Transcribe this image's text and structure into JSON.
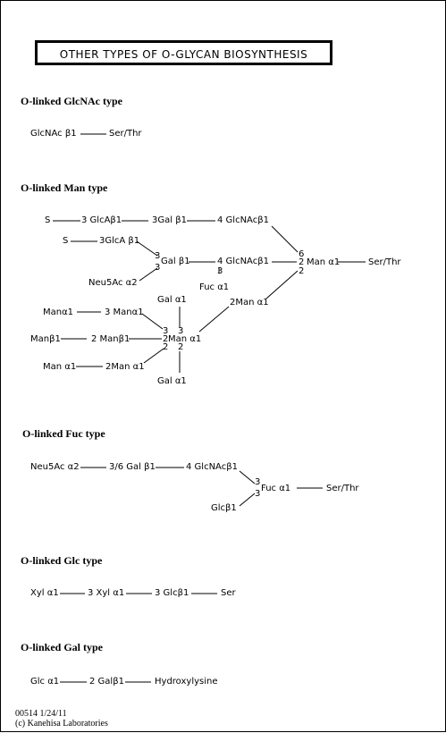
{
  "title": "OTHER TYPES OF O-GLYCAN BIOSYNTHESIS",
  "sections": {
    "glcnac": "O-linked GlcNAc type",
    "man": "O-linked Man type",
    "fuc": "O-linked Fuc type",
    "glc": "O-linked Glc type",
    "gal": "O-linked Gal type"
  },
  "glcnac_nodes": {
    "glcnac": "GlcNAc β1",
    "serthr": "Ser/Thr"
  },
  "man_nodes": {
    "s1": "S",
    "glca1": "3 GlcAβ1",
    "gal1": "3Gal β1",
    "glcnac1": "4 GlcNAcβ1",
    "s2": "S",
    "glca2": "3GlcA β1",
    "gal2": "Gal β1",
    "glcnac2": "4 GlcNAcβ1",
    "neu5ac": "Neu5Ac α2",
    "fuc": "Fuc α1",
    "galtop": "Gal α1",
    "man_core": "Man α1",
    "serthr": "Ser/Thr",
    "man2": "2Man α1",
    "mana1": "Manα1",
    "man3": "3 Manα1",
    "manb1": "Manβ1",
    "man2b": "2 Manβ1",
    "mana2": "Man α1",
    "man2c": "2Man α1",
    "man_center": "Man α1",
    "galbottom": "Gal α1",
    "n_3a": "3",
    "n_3b": "3",
    "n_4": "4",
    "n_3c": "3",
    "n_6": "6",
    "n_2a": "2",
    "n_2b": "2",
    "n_3d": "3",
    "n_3e": "3",
    "n_2c": "2",
    "n_2d": "2",
    "n_2e": "2"
  },
  "fuc_nodes": {
    "neu5ac": "Neu5Ac α2",
    "gal": "3/6 Gal β1",
    "glcnac": "4 GlcNAcβ1",
    "fuc": "Fuc α1",
    "serthr": "Ser/Thr",
    "glc": "Glcβ1",
    "n_3a": "3",
    "n_3b": "3"
  },
  "glc_nodes": {
    "xyl1": "Xyl α1",
    "xyl2": "3 Xyl α1",
    "glc": "3 Glcβ1",
    "ser": "Ser"
  },
  "gal_nodes": {
    "glc": "Glc α1",
    "gal": "2 Galβ1",
    "hyl": "Hydroxylysine"
  },
  "footer": {
    "id_date": "00514 1/24/11",
    "copyright": "(c) Kanehisa Laboratories"
  }
}
